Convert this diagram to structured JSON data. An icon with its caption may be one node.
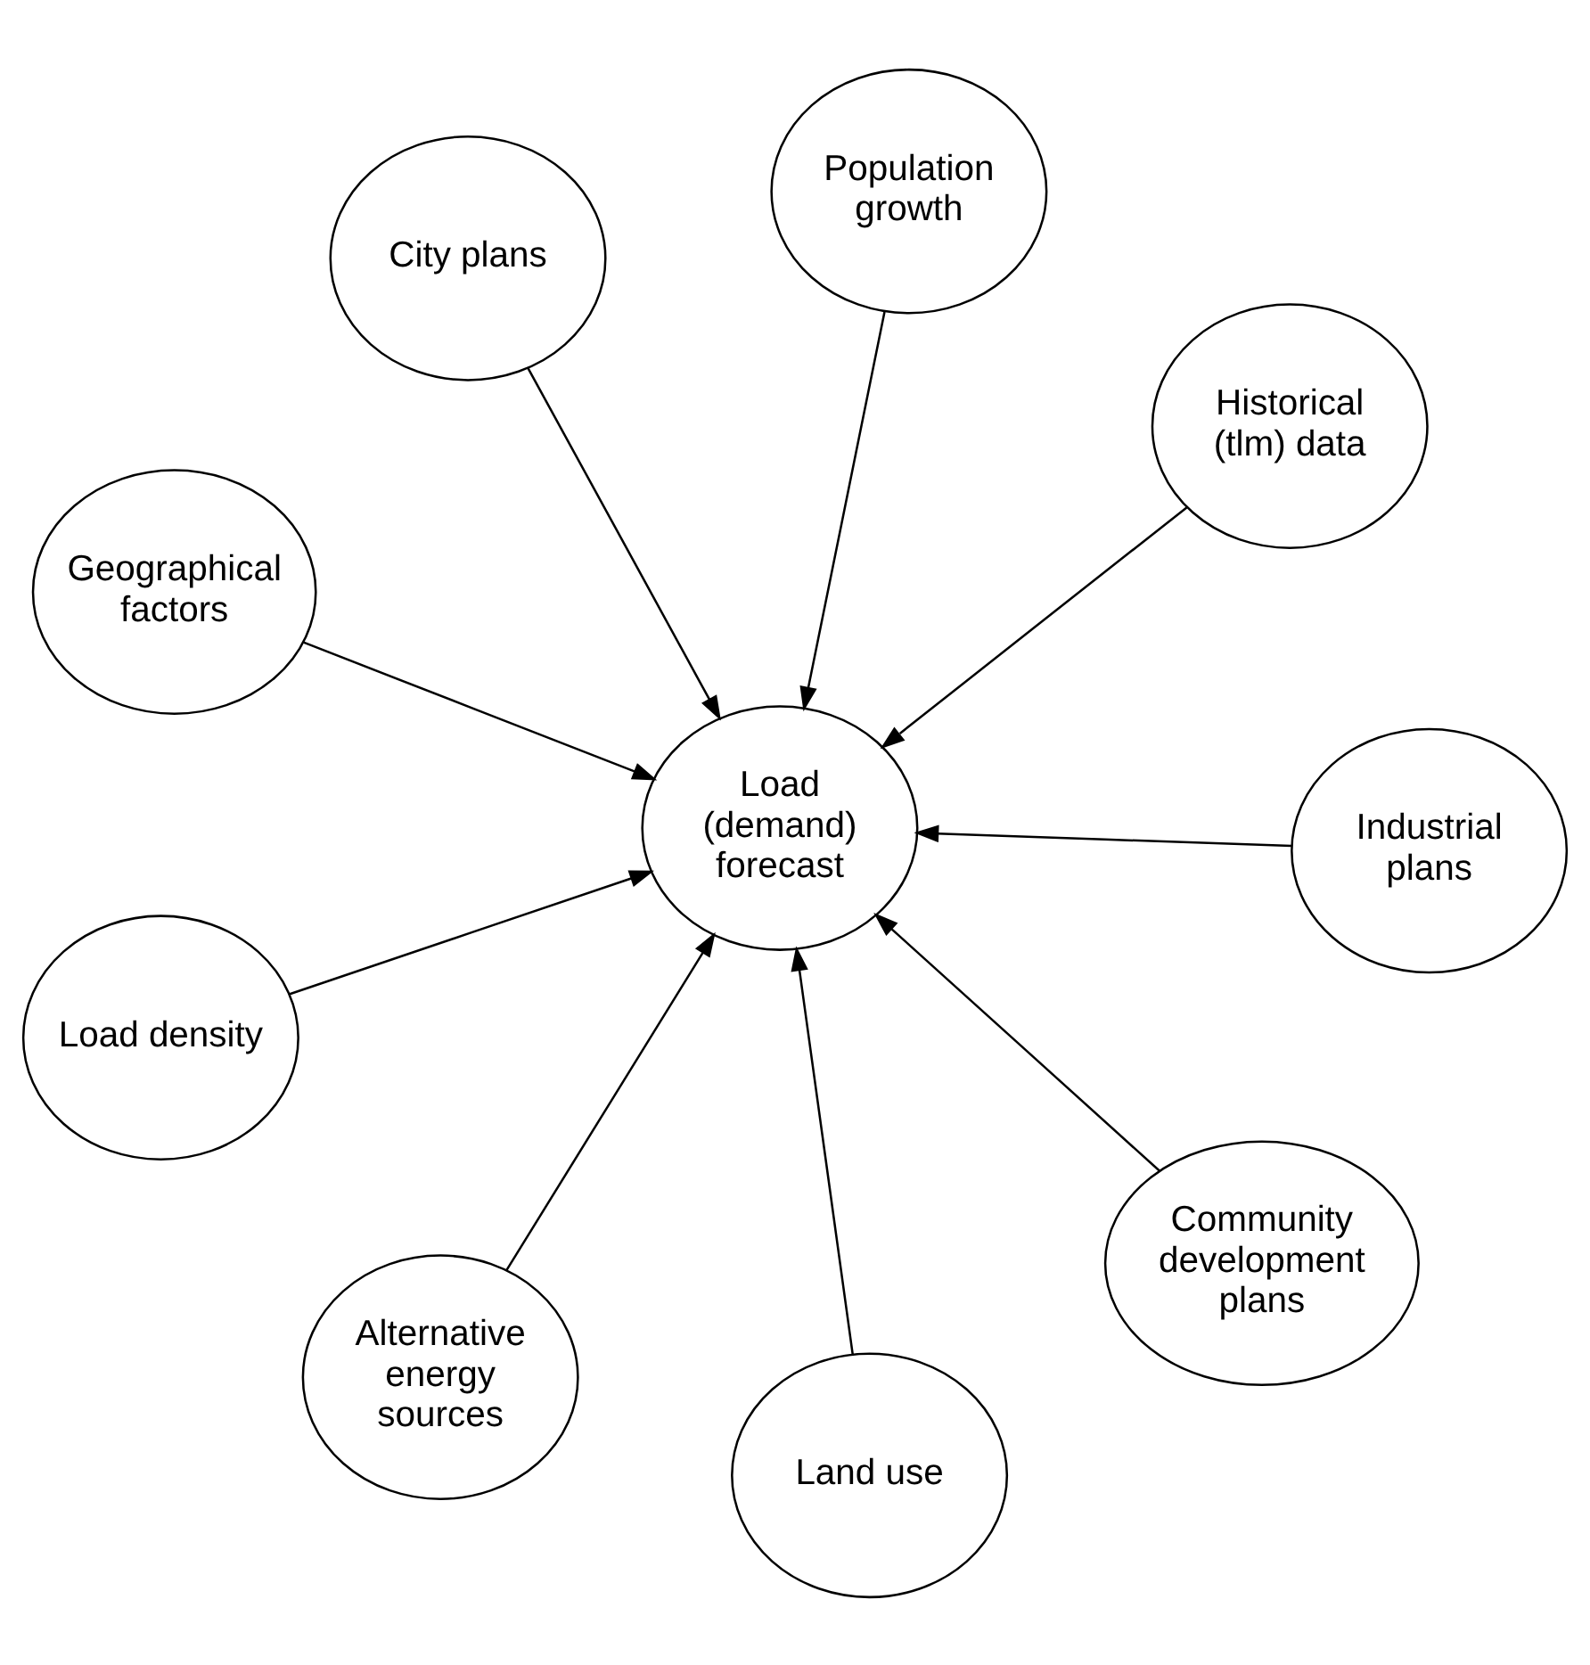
{
  "diagram": {
    "nodes": [
      {
        "text": [
          "Geographical factors"
        ]
      },
      {
        "text": [
          "Historical (tlm) data"
        ]
      },
      {
        "text": [
          "Land use"
        ]
      },
      {
        "text": [
          "Population growth"
        ]
      },
      {
        "text": [
          "Load (demand) forecast"
        ]
      },
      {
        "text": [
          "City plans"
        ]
      },
      {
        "text": [
          "Load density"
        ]
      },
      {
        "text": [
          "Industrial plans"
        ]
      },
      {
        "text": [
          "Alternative energy sources"
        ]
      },
      {
        "text": [
          "Community development plans"
        ]
      }
    ],
    "edges": [
      {
        "from": 0,
        "to": 4,
        "arrow": "to"
      },
      {
        "from": 1,
        "to": 4,
        "arrow": "to"
      },
      {
        "from": 2,
        "to": 4,
        "arrow": "to"
      },
      {
        "from": 3,
        "to": 4,
        "arrow": "to"
      },
      {
        "from": 5,
        "to": 4,
        "arrow": "to"
      },
      {
        "from": 6,
        "to": 4,
        "arrow": "to"
      },
      {
        "from": 7,
        "to": 4,
        "arrow": "to"
      },
      {
        "from": 8,
        "to": 4,
        "arrow": "to"
      },
      {
        "from": 9,
        "to": 4,
        "arrow": "to"
      }
    ]
  }
}
